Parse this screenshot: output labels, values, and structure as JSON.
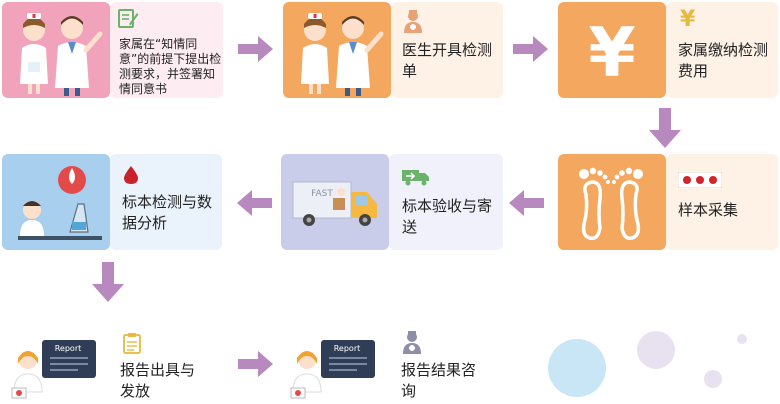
{
  "colors": {
    "pink": "#F0A3BB",
    "pink_light": "#FDEDF3",
    "orange": "#F4A75F",
    "orange_light": "#FEF1E6",
    "lavender": "#C9CDEA",
    "lavender_light": "#F0F1FA",
    "blue": "#A9CFEE",
    "blue_light": "#EAF3FB",
    "arrow": "#B889BF",
    "bubble_blue": "#C8E6F5",
    "bubble_purple": "#E8E2F0"
  },
  "steps": [
    {
      "id": "consent",
      "label": "家属在“知情同意”的前提下提出检测要求，并签署知情同意书",
      "icon": "edit-document-icon"
    },
    {
      "id": "doctor_order",
      "label": "医生开具检测单",
      "icon": "doctor-icon"
    },
    {
      "id": "payment",
      "label": "家属缴纳检测费用",
      "icon": "yen-icon",
      "symbol": "¥"
    },
    {
      "id": "sample",
      "label": "样本采集",
      "icon": "blood-dots-icon"
    },
    {
      "id": "transport",
      "label": "标本验收与寄送",
      "icon": "delivery-truck-icon"
    },
    {
      "id": "analysis",
      "label": "标本检测与数据分析",
      "icon": "blood-drop-icon"
    },
    {
      "id": "report",
      "label": "报告出具与发放",
      "icon": "clipboard-icon"
    },
    {
      "id": "consult",
      "label": "报告结果咨询",
      "icon": "doctor-icon"
    }
  ],
  "illustrations": {
    "truck_text": "FAST",
    "report_text": "Report"
  }
}
